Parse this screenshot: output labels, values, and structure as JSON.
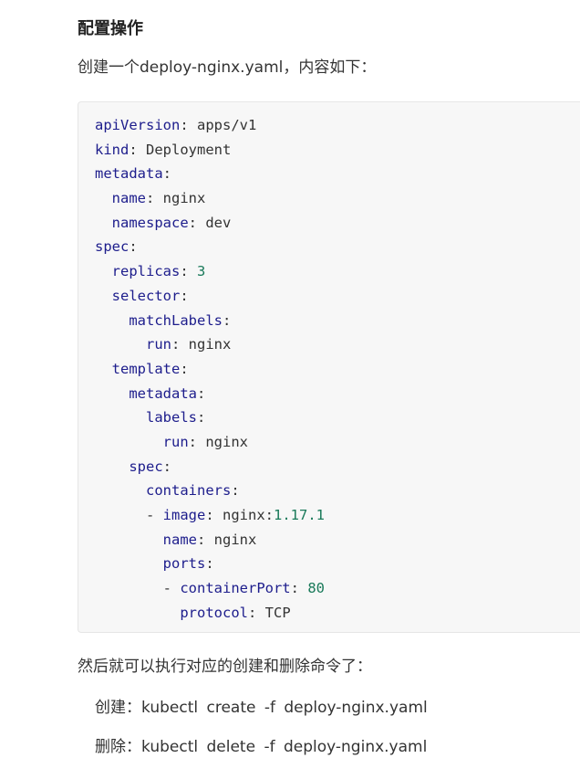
{
  "heading": "配置操作",
  "intro": "创建一个deploy-nginx.yaml，内容如下：",
  "yaml_lines": [
    {
      "indent": "",
      "key": "apiVersion",
      "sep": ": ",
      "val": "apps/v1",
      "num": ""
    },
    {
      "indent": "",
      "key": "kind",
      "sep": ": ",
      "val": "Deployment",
      "num": ""
    },
    {
      "indent": "",
      "key": "metadata",
      "sep": ":",
      "val": "",
      "num": ""
    },
    {
      "indent": "  ",
      "key": "name",
      "sep": ": ",
      "val": "nginx",
      "num": ""
    },
    {
      "indent": "  ",
      "key": "namespace",
      "sep": ": ",
      "val": "dev",
      "num": ""
    },
    {
      "indent": "",
      "key": "spec",
      "sep": ":",
      "val": "",
      "num": ""
    },
    {
      "indent": "  ",
      "key": "replicas",
      "sep": ": ",
      "val": "",
      "num": "3"
    },
    {
      "indent": "  ",
      "key": "selector",
      "sep": ":",
      "val": "",
      "num": ""
    },
    {
      "indent": "    ",
      "key": "matchLabels",
      "sep": ":",
      "val": "",
      "num": ""
    },
    {
      "indent": "      ",
      "key": "run",
      "sep": ": ",
      "val": "nginx",
      "num": ""
    },
    {
      "indent": "  ",
      "key": "template",
      "sep": ":",
      "val": "",
      "num": ""
    },
    {
      "indent": "    ",
      "key": "metadata",
      "sep": ":",
      "val": "",
      "num": ""
    },
    {
      "indent": "      ",
      "key": "labels",
      "sep": ":",
      "val": "",
      "num": ""
    },
    {
      "indent": "        ",
      "key": "run",
      "sep": ": ",
      "val": "nginx",
      "num": ""
    },
    {
      "indent": "    ",
      "key": "spec",
      "sep": ":",
      "val": "",
      "num": ""
    },
    {
      "indent": "      ",
      "key": "containers",
      "sep": ":",
      "val": "",
      "num": ""
    },
    {
      "indent": "      - ",
      "key": "image",
      "sep": ": ",
      "val": "nginx:",
      "num": "1.17.1"
    },
    {
      "indent": "        ",
      "key": "name",
      "sep": ": ",
      "val": "nginx",
      "num": ""
    },
    {
      "indent": "        ",
      "key": "ports",
      "sep": ":",
      "val": "",
      "num": ""
    },
    {
      "indent": "        - ",
      "key": "containerPort",
      "sep": ": ",
      "val": "",
      "num": "80"
    },
    {
      "indent": "          ",
      "key": "protocol",
      "sep": ": ",
      "val": "TCP",
      "num": ""
    }
  ],
  "after_text": "然后就可以执行对应的创建和删除命令了：",
  "commands": {
    "create": "创建：kubectl create -f deploy-nginx.yaml",
    "delete": "删除：kubectl delete -f deploy-nginx.yaml"
  },
  "colors": {
    "key": "#1d1d8c",
    "number": "#1a7a5a",
    "code_bg": "#f7f7f7"
  }
}
